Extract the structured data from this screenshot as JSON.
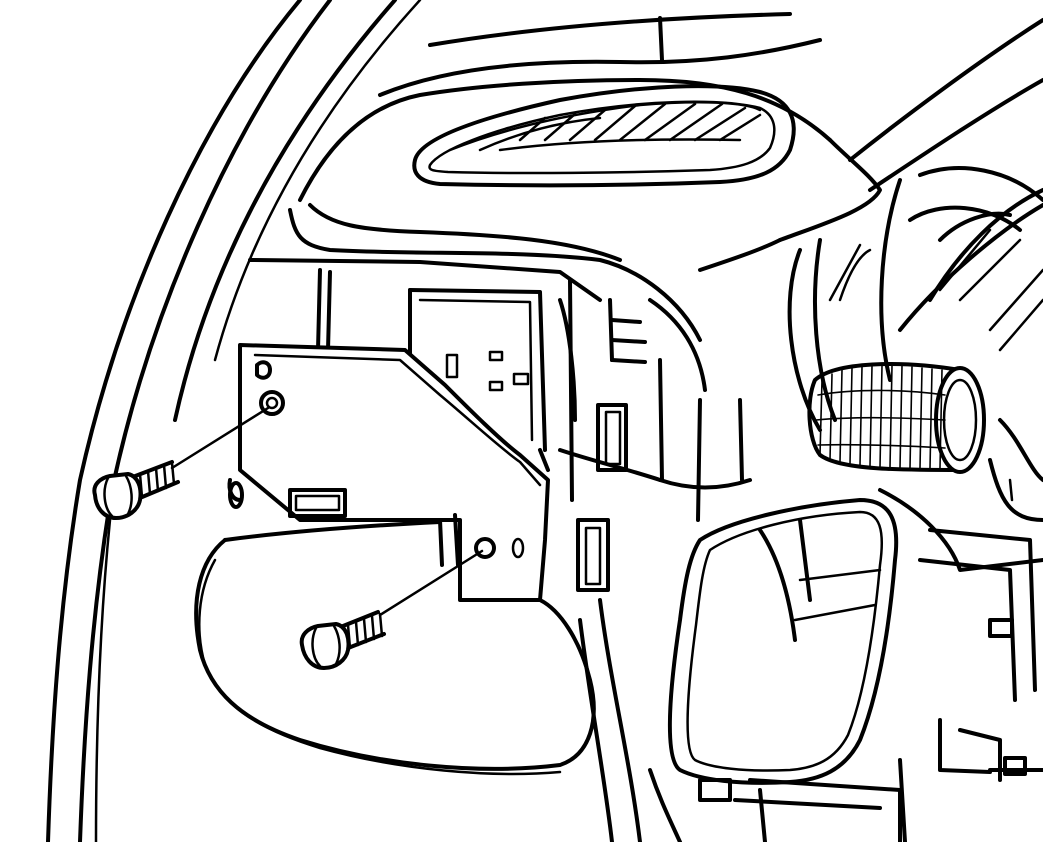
{
  "diagram": {
    "type": "line-art-illustration",
    "subject": "instrument-panel-bracket-fasteners",
    "colors": {
      "ink": "#000000",
      "paper": "#ffffff"
    },
    "callouts": [],
    "fasteners": [
      {
        "name": "bolt",
        "count": 2
      }
    ]
  }
}
